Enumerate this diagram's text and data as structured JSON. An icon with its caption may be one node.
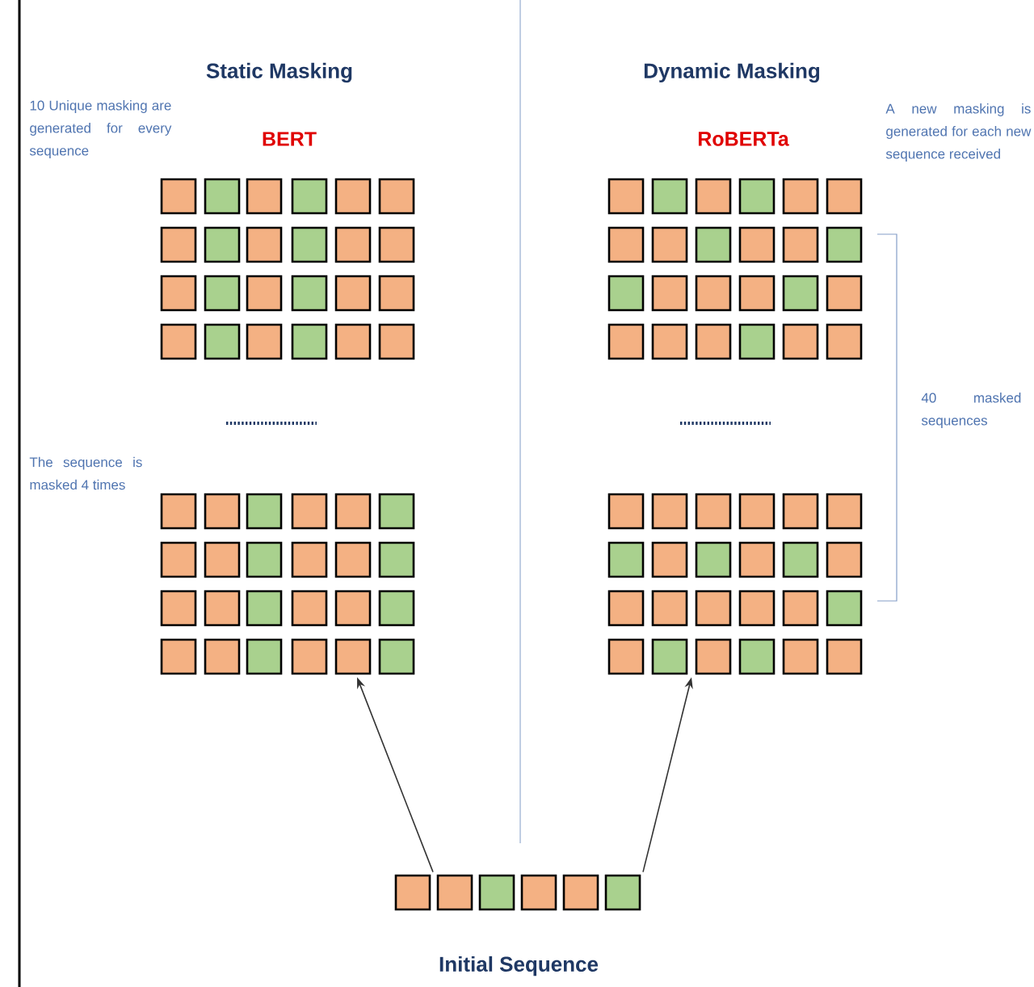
{
  "diagram": {
    "nodes": [
      {
        "text": [],
        "shape": "grid"
      },
      {
        "text": [],
        "shape": "grid"
      },
      {
        "text": [],
        "shape": "grid"
      },
      {
        "text": [],
        "shape": "grid"
      },
      {
        "text": [
          "Initial Sequence"
        ]
      }
    ],
    "edges": [
      {
        "from": 4,
        "to": 1,
        "arrow": "to"
      },
      {
        "from": 4,
        "to": 3,
        "arrow": "to"
      }
    ],
    "labels": [
      "Static Masking",
      "Dynamic Masking",
      "10 Unique masking are generated for every sequence",
      "BERT",
      "RoBERTa",
      "A new masking is generated for each new sequence received",
      "40 masked sequences",
      "The sequence is masked 4 times"
    ]
  }
}
